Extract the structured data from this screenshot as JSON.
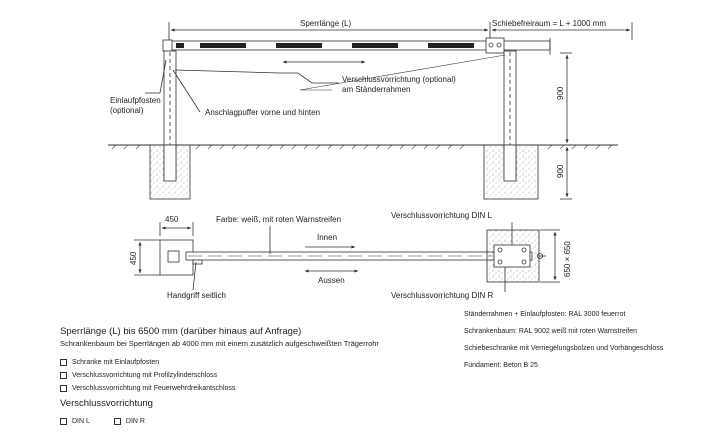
{
  "drawing": {
    "title_length": "Sperrlänge (L)",
    "slide_space": "Schiebefreiraum = L + 1000 mm",
    "inlet_post_line1": "Einlaufpfosten",
    "inlet_post_line2": "(optional)",
    "buffer": "Anschlagpuffer vorne und hinten",
    "lock_line1": "Verschlussvorrichtung (optional)",
    "lock_line2": "am Ständerrahmen",
    "dim_900_top": "900",
    "dim_900_bottom": "900",
    "dim_450_width": "450",
    "dim_450_height": "450",
    "dim_650": "650 × 650",
    "color_note": "Farbe: weiß, mit roten Warnstreifen",
    "inside": "Innen",
    "outside": "Aussen",
    "handle": "Handgriff seitlich",
    "lock_din_l": "Verschlussvorrichtung DIN L",
    "lock_din_r": "Verschlussvorrichtung DIN R"
  },
  "legend": {
    "heading": "Sperrlänge (L) bis 6500 mm (darüber hinaus auf Anfrage)",
    "subheading": "Schrankenbaum bei Sperrlängen ab 4000 mm mit einem zusätzlich aufgeschweißten Trägerrohr",
    "options": [
      "Schranke mit Einlaufpfosten",
      "Verschlussvorrichtung mit Profilzylinderschloss",
      "Verschlussvorrichtung mit Feuerwehrdreikantschloss"
    ],
    "lock_heading": "Verschlussvorrichtung",
    "din": [
      "DIN L",
      "DIN R"
    ]
  },
  "specs": [
    "Ständerrahmen + Einlaufpfosten: RAL 3000 feuerrot",
    "Schrankenbaum: RAL 9002 weiß mit roten Warnstreifen",
    "Schiebeschranke mit Verriegelungsbolzen und Vorhängeschloss",
    "Fundament: Beton B 25"
  ],
  "colors": {
    "line": "#333333",
    "stripe": "#222222"
  }
}
